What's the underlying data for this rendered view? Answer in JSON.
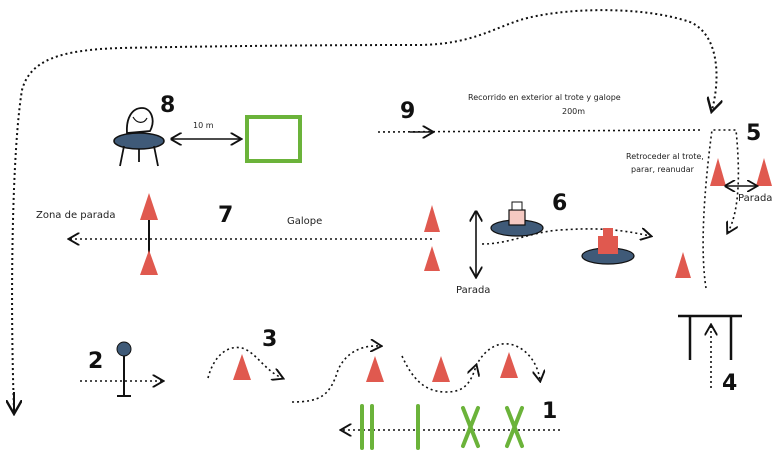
{
  "diagram": {
    "station_numbers": {
      "s1": "1",
      "s2": "2",
      "s3": "3",
      "s4": "4",
      "s5": "5",
      "s6": "6",
      "s7": "7",
      "s8": "8",
      "s9": "9"
    },
    "labels": {
      "zona_parada": "Zona de parada",
      "galope": "Galope",
      "parada_station6": "Parada",
      "distancia_10m": "10 m",
      "recorrido_line1": "Recorrido en exterior al trote y galope",
      "recorrido_line2": "200m",
      "st5_line1": "Retroceder al trote,",
      "st5_line2": "parar, reanudar",
      "parada_station5": "Parada"
    },
    "colors": {
      "cone": "#e0594f",
      "green": "#6bb33a",
      "dark_blue": "#3f5a78",
      "outline": "#111111"
    }
  }
}
